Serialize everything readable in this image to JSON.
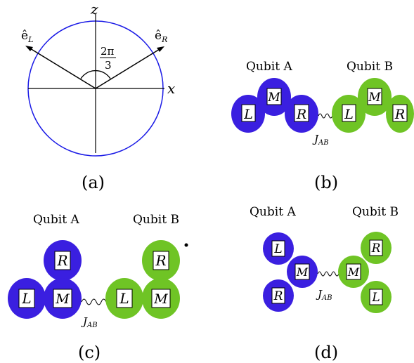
{
  "colors": {
    "qubit_a": "#3a1fe0",
    "qubit_b": "#6fc425",
    "circle": "#1a1ae6",
    "line": "#000000"
  },
  "panel_a": {
    "axis_z": "z",
    "axis_x": "x",
    "vec_left": "ê",
    "vec_left_sub": "L",
    "vec_right": "ê",
    "vec_right_sub": "R",
    "angle_num": "2π",
    "angle_den": "3",
    "caption": "(a)"
  },
  "panel_b": {
    "qubit_a": "Qubit A",
    "qubit_b": "Qubit B",
    "coupling": "J",
    "coupling_sub": "AB",
    "caption": "(b)",
    "a_nodes": [
      "L",
      "M",
      "R"
    ],
    "b_nodes": [
      "L",
      "M",
      "R"
    ]
  },
  "panel_c": {
    "qubit_a": "Qubit A",
    "qubit_b": "Qubit B",
    "coupling": "J",
    "coupling_sub": "AB",
    "caption": "(c)",
    "a_nodes": [
      "R",
      "L",
      "M"
    ],
    "b_nodes": [
      "R",
      "L",
      "M"
    ]
  },
  "panel_d": {
    "qubit_a": "Qubit A",
    "qubit_b": "Qubit B",
    "coupling": "J",
    "coupling_sub": "AB",
    "caption": "(d)",
    "a_nodes": [
      "L",
      "M",
      "R"
    ],
    "b_nodes": [
      "R",
      "M",
      "L"
    ]
  }
}
